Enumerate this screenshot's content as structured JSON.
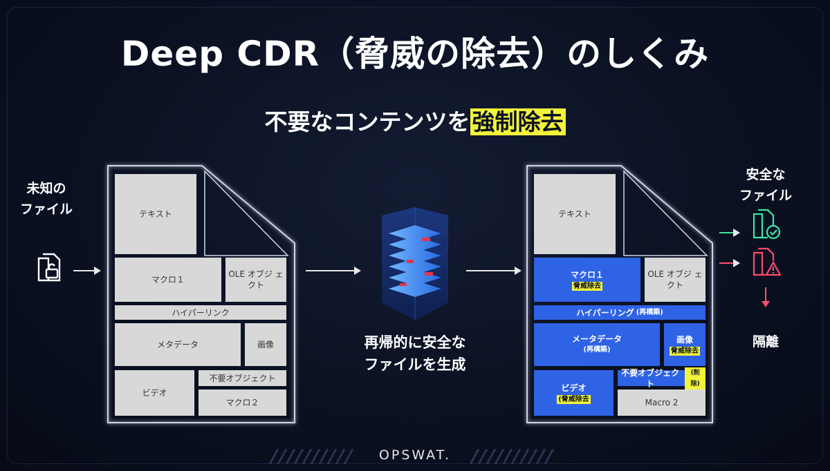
{
  "title": "Deep CDR（脅威の除去）のしくみ",
  "subtitle": {
    "prefix": "不要なコンテンツを",
    "highlight": "強制除去"
  },
  "left_label": {
    "line1": "未知の",
    "line2": "ファイル"
  },
  "center_label": {
    "line1": "再帰的に安全な",
    "line2": "ファイルを生成"
  },
  "right_label": {
    "line1": "安全な",
    "line2": "ファイル"
  },
  "isolate_label": "隔離",
  "original_doc": {
    "text": "テキスト",
    "macro1": "マクロ１",
    "ole": "OLE オブジ ェクト",
    "hyperlink": "ハイパーリンク",
    "metadata": "メタデータ",
    "image": "画像",
    "video": "ビデオ",
    "unneeded": "不要オブジェクト",
    "macro2": "マクロ２"
  },
  "clean_doc": {
    "text": "テキスト",
    "macro1": "マクロ１",
    "macro1_tag": "脅威除去",
    "ole": "OLE オブジ ェクト",
    "hyperlink": "ハイパーリング",
    "hyperlink_tag": "(再構築)",
    "metadata": "メータデータ",
    "metadata_tag": "(再構築)",
    "image": "画像",
    "image_tag": "脅威除去",
    "video": "ビデオ",
    "video_tag": "(脅威除去",
    "unneeded": "不要オブジェクト",
    "unneeded_tag": "(削除)",
    "macro2": "Macro 2"
  },
  "brand": "OPSWAT.",
  "colors": {
    "safe": "#3ee8a5",
    "threat": "#ff4d6d",
    "clean_blue": "#2f63e6",
    "highlight": "#f3f33a"
  },
  "icons": [
    "unlocked-file-icon",
    "layered-server-icon",
    "safe-file-check-icon",
    "threat-file-warning-icon"
  ]
}
